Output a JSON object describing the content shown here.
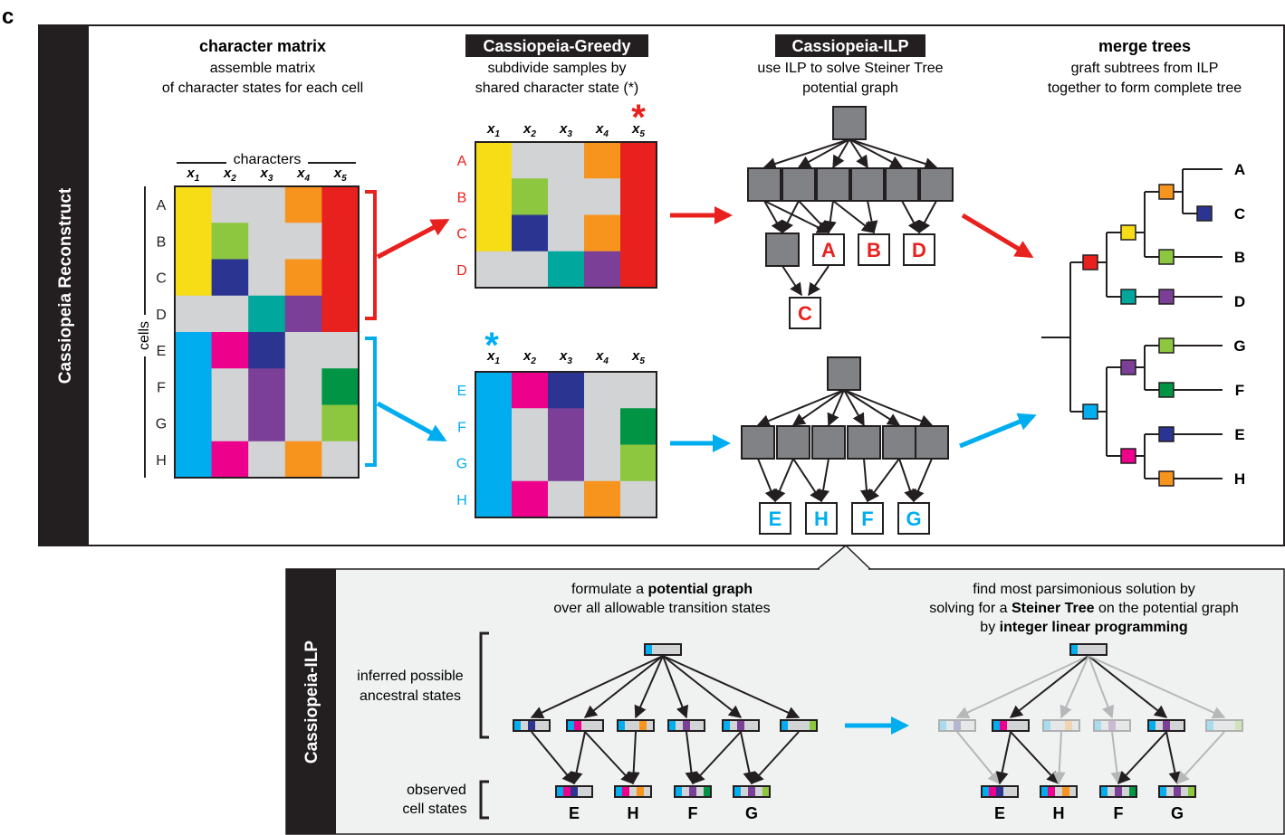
{
  "panel_letter": "c",
  "colors": {
    "yellow": "#f7dd15",
    "lime": "#8dc63f",
    "navy": "#2b3591",
    "orange": "#f7941d",
    "red": "#e8211f",
    "teal": "#00a79d",
    "purple": "#7b3f98",
    "magenta": "#ec008c",
    "cyan": "#00aeef",
    "green": "#009444",
    "grey": "#d1d3d4",
    "node": "#808285",
    "black": "#231f20"
  },
  "top": {
    "side_label": "Cassiopeia Reconstruct",
    "col1": {
      "title": "character matrix",
      "sub1": "assemble matrix",
      "sub2": "of character states for each cell"
    },
    "col2": {
      "title": "Cassiopeia-Greedy",
      "sub1": "subdivide samples by",
      "sub2": "shared character state (*)"
    },
    "col3": {
      "title": "Cassiopeia-ILP",
      "sub1": "use ILP to solve Steiner Tree",
      "sub2": "potential graph"
    },
    "col4": {
      "title": "merge trees",
      "sub1": "graft subtrees from ILP",
      "sub2": "together to form complete tree"
    },
    "characters_label": "characters",
    "cells_label": "cells",
    "char_names": [
      "x1",
      "x2",
      "x3",
      "x4",
      "x5"
    ],
    "char_letter": "x",
    "char_indices": [
      "1",
      "2",
      "3",
      "4",
      "5"
    ],
    "rows": [
      "A",
      "B",
      "C",
      "D",
      "E",
      "F",
      "G",
      "H"
    ],
    "asterisk": "*",
    "ilp_leaves_top": [
      "A",
      "B",
      "D"
    ],
    "ilp_leaf_top_extra": "C",
    "ilp_leaves_bottom": [
      "E",
      "H",
      "F",
      "G"
    ],
    "tree_leaves": [
      "A",
      "C",
      "B",
      "D",
      "G",
      "F",
      "E",
      "H"
    ]
  },
  "bottom": {
    "side_label": "Cassiopeia-ILP",
    "left_title_pre": "formulate a ",
    "left_title_bold": "potential graph",
    "left_title_line2": "over all allowable transition states",
    "right_line1": "find most parsimonious solution by",
    "right_line2_pre": "solving for a ",
    "right_line2_bold": "Steiner Tree",
    "right_line2_post": " on the potential graph",
    "right_line3_pre": "by ",
    "right_line3_bold": "integer linear programming",
    "inferred_1": "inferred possible",
    "inferred_2": "ancestral states",
    "observed_1": "observed",
    "observed_2": "cell states",
    "leaves": [
      "E",
      "H",
      "F",
      "G"
    ]
  }
}
